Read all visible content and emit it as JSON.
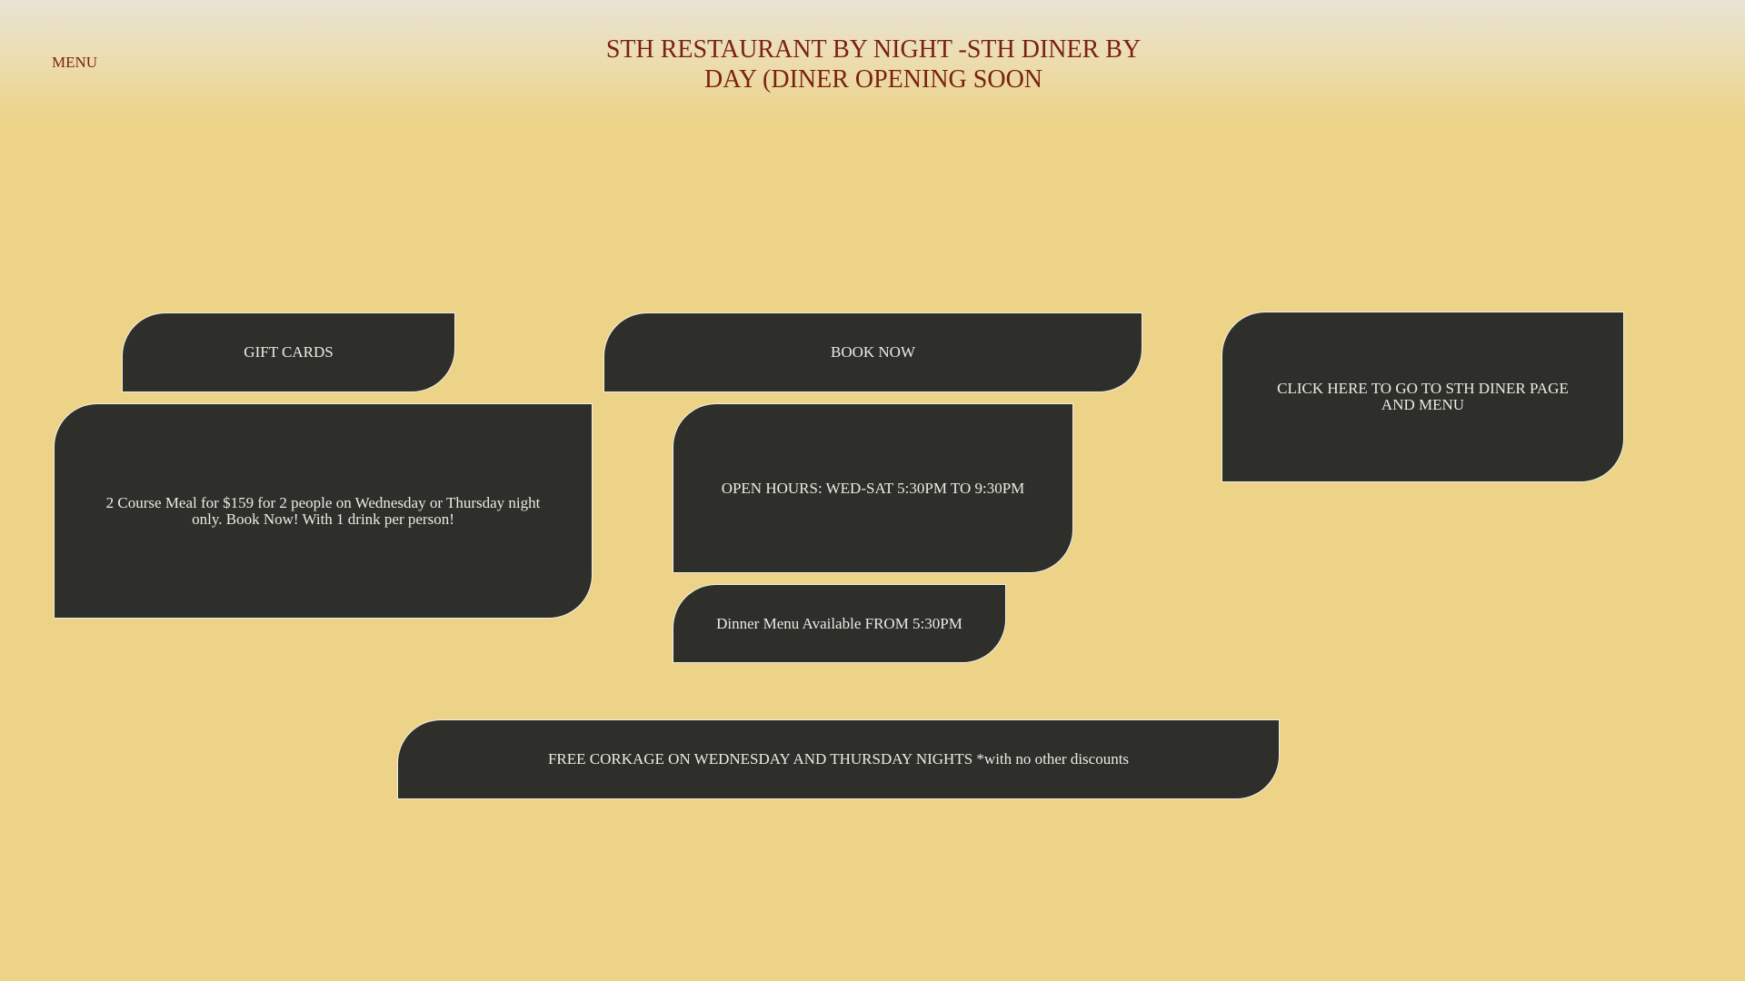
{
  "header": {
    "menu_label": "MENU",
    "title": "STH RESTAURANT BY NIGHT -STH DINER BY DAY (DINER OPENING SOON"
  },
  "tiles": {
    "gift_cards": "GIFT CARDS",
    "book_now": "BOOK NOW",
    "diner_page": "CLICK HERE TO GO TO STH DINER PAGE AND MENU",
    "course_meal": "2 Course Meal for $159 for 2 people on Wednesday or Thursday night only. Book Now! With 1 drink per person!",
    "open_hours": "OPEN HOURS: WED-SAT 5:30PM TO 9:30PM",
    "dinner_menu": "Dinner Menu Available FROM 5:30PM",
    "corkage": "FREE CORKAGE ON WEDNESDAY AND THURSDAY NIGHTS *with no other discounts"
  },
  "colors": {
    "tile_bg": "#2e2e2a",
    "title": "#7a2113",
    "background": "#edd388"
  }
}
